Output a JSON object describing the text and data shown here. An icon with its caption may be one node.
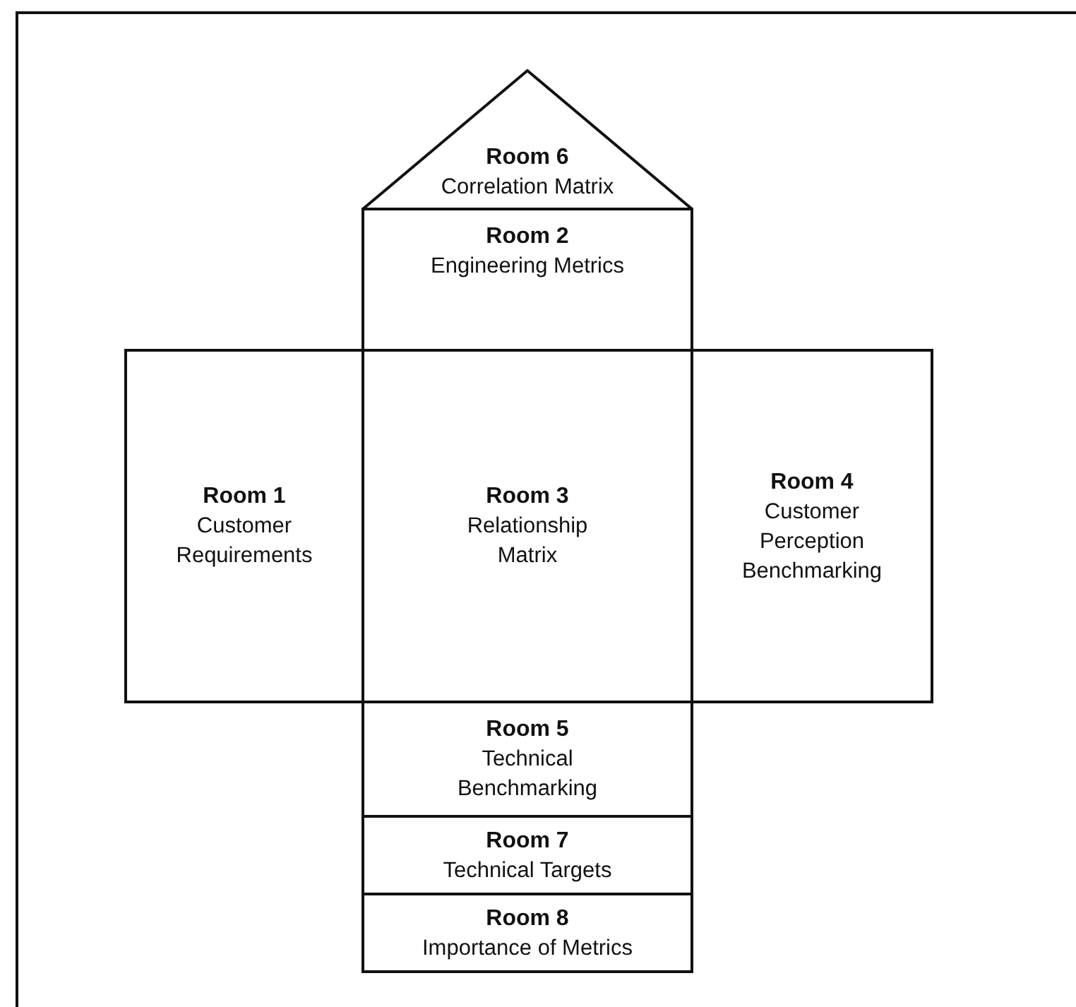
{
  "diagram": {
    "nodes": [
      {
        "text": [
          "Room 6",
          "Correlation Matrix"
        ]
      },
      {
        "text": [
          "Room 2",
          "Engineering Metrics"
        ]
      },
      {
        "text": [
          "Room 1",
          "Customer Requirements"
        ]
      },
      {
        "text": [
          "Room 3",
          "Relationship Matrix"
        ]
      },
      {
        "text": [
          "Room 4",
          "Customer Perception Benchmarking"
        ]
      },
      {
        "text": [
          "Room 5",
          "Technical Benchmarking"
        ]
      },
      {
        "text": [
          "Room 7",
          "Technical Targets"
        ]
      },
      {
        "text": [
          "Room 8",
          "Importance of Metrics"
        ]
      }
    ]
  }
}
